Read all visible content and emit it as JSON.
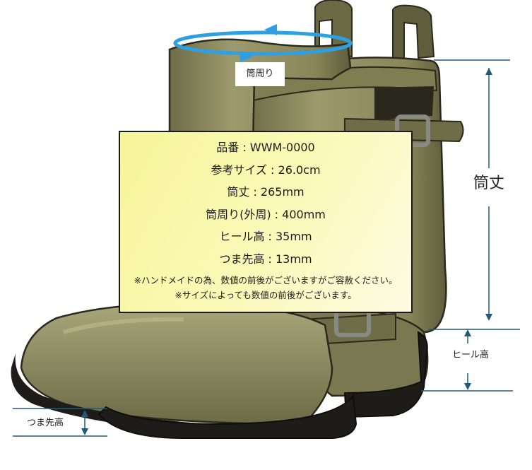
{
  "dimensions": {
    "circumference_label": "筒周り",
    "shaft_height_label": "筒丈",
    "heel_height_label": "ヒール高",
    "toe_height_label": "つま先高"
  },
  "spec": {
    "lines": [
      "品番 : WWM-0000",
      "参考サイズ : 26.0cm",
      "筒丈 : 265mm",
      "筒周り(外周) : 400mm",
      "ヒール高 : 35mm",
      "つま先高 : 13mm"
    ],
    "notes": [
      "※ハンドメイドの為、数値の前後がございますがご容赦ください。",
      "※サイズによっても数値の前後がございます。"
    ]
  },
  "colors": {
    "boot_body": "#8e8b5c",
    "boot_shadow": "#4e4c2f",
    "sole": "#1d1b18",
    "buckle": "#8a8a85",
    "circumference_arrow": "#2d9fe2",
    "dimension_lines": "#215a78",
    "spec_background": "#f8f6a8"
  },
  "icons": [
    "boot-illustration",
    "circumference-arrow-icon",
    "dimension-arrow-icon"
  ]
}
